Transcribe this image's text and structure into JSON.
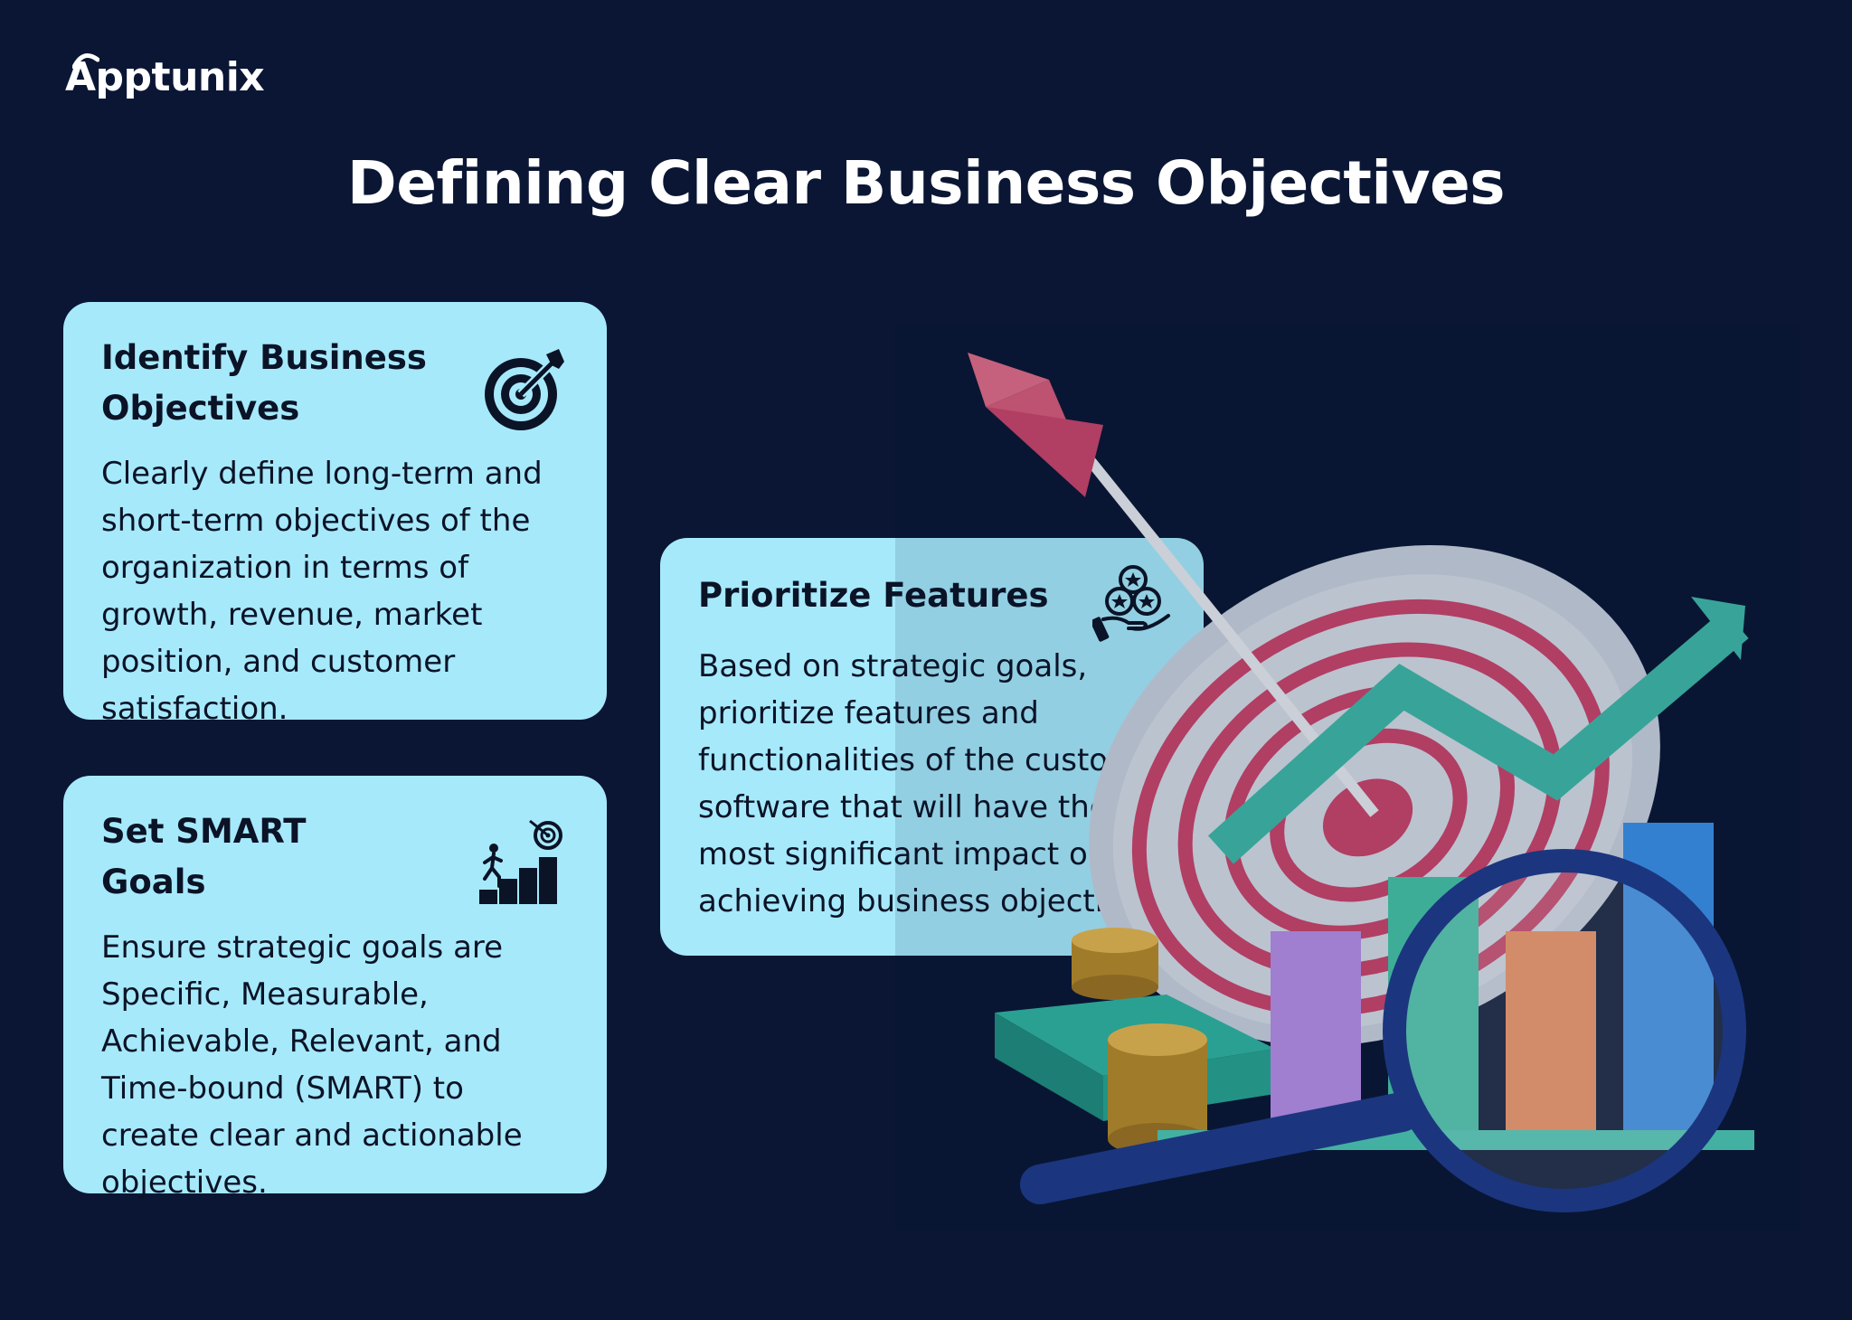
{
  "brand": {
    "name": "Apptunix"
  },
  "page": {
    "title": "Defining Clear Business Objectives"
  },
  "cards": [
    {
      "title": "Identify Business Objectives",
      "body": "Clearly define long-term and short-term objectives of the organization in terms of growth, revenue, market position, and customer satisfaction.",
      "icon": "target-dart-icon"
    },
    {
      "title": "Set SMART Goals",
      "body": "Ensure strategic goals are Specific, Measurable, Achievable, Relevant, and Time-bound (SMART) to create clear and actionable objectives.",
      "icon": "climbing-goals-icon"
    },
    {
      "title": "Prioritize Features",
      "body": "Based on strategic goals, prioritize features and functionalities of the custom software that will have the most significant impact on achieving business objectives.",
      "icon": "hand-stars-icon"
    }
  ],
  "colors": {
    "background": "#0a1634",
    "card": "#a6e9fb",
    "text_dark": "#0b1326",
    "text_light": "#ffffff"
  }
}
